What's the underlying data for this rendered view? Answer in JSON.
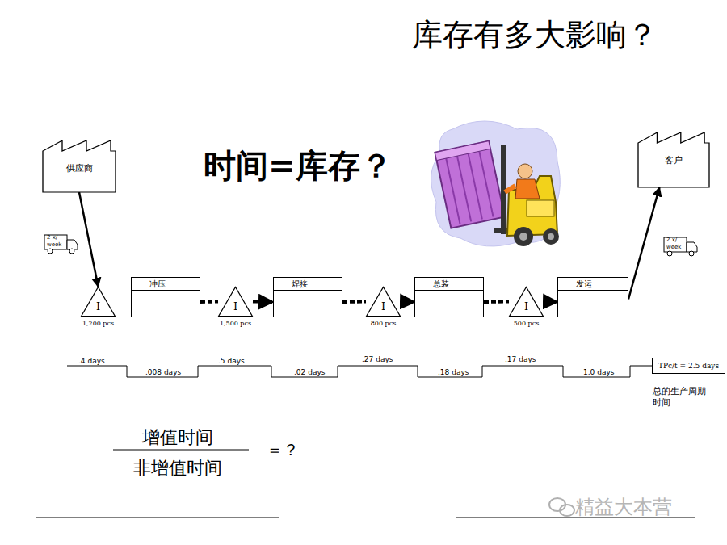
{
  "diagram": {
    "title": "库存有多大影响？",
    "nodes": [
      {
        "text": [
          "供应商"
        ]
      },
      {
        "text": [
          "客户"
        ]
      },
      {
        "text": [
          "I",
          "1,200 pcs"
        ]
      },
      {
        "text": [
          "冲压"
        ]
      },
      {
        "text": [
          "I",
          "1,500 pcs"
        ]
      },
      {
        "text": [
          "焊接"
        ]
      },
      {
        "text": [
          "I",
          "800 pcs"
        ]
      },
      {
        "text": [
          "总装"
        ]
      },
      {
        "text": [
          "I",
          "500 pcs"
        ]
      },
      {
        "text": [
          "发运"
        ]
      },
      {
        "text": [
          "TPc/t = 2.5 days"
        ]
      }
    ],
    "edges": [
      {
        "from": 0,
        "to": 2,
        "arrow": "to"
      },
      {
        "from": 3,
        "to": 4,
        "arrow": "none"
      },
      {
        "from": 4,
        "to": 5,
        "arrow": "to"
      },
      {
        "from": 5,
        "to": 6,
        "arrow": "none"
      },
      {
        "from": 6,
        "to": 7,
        "arrow": "to"
      },
      {
        "from": 7,
        "to": 8,
        "arrow": "none"
      },
      {
        "from": 8,
        "to": 9,
        "arrow": "to"
      },
      {
        "from": 9,
        "to": 1,
        "arrow": "to"
      }
    ],
    "labels": [
      "时间=库存？",
      "2 x/ week",
      "2 x/ week",
      ".4 days",
      ".008 days",
      ".5 days",
      ".02 days",
      ".27 days",
      ".18 days",
      ".17 days",
      "1.0 days",
      "总的生产周期时间",
      "增值时间",
      "非增值时间",
      "＝？",
      "精益大本营"
    ]
  }
}
